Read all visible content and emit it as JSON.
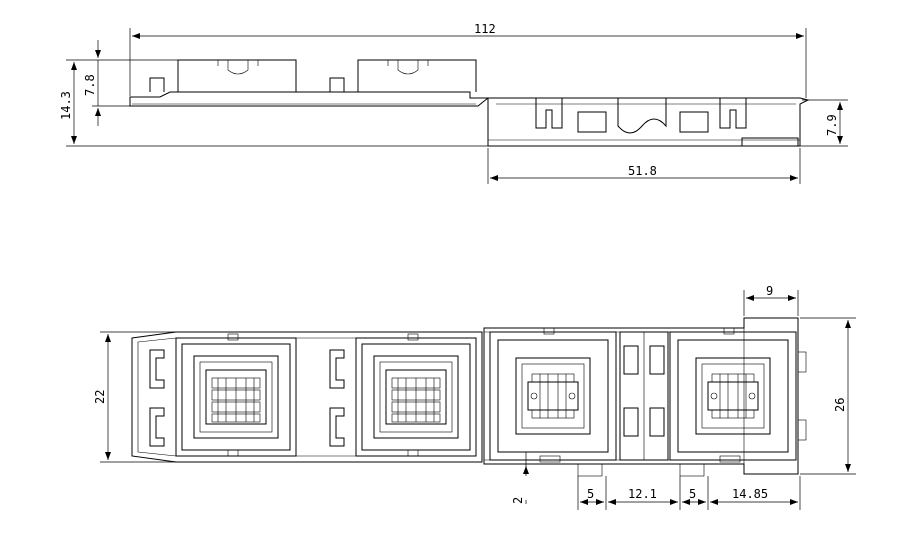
{
  "dimensions": {
    "overall_length": "112",
    "left_height": "14.3",
    "left_inner_height": "7.8",
    "right_height": "7.9",
    "right_length": "51.8",
    "bottom_width_left": "22",
    "bottom_width_right": "26",
    "top_small": "9",
    "gap_small": "2",
    "pitch_a": "5",
    "pitch_b": "12.1",
    "pitch_c": "5",
    "pitch_d": "14.85"
  }
}
